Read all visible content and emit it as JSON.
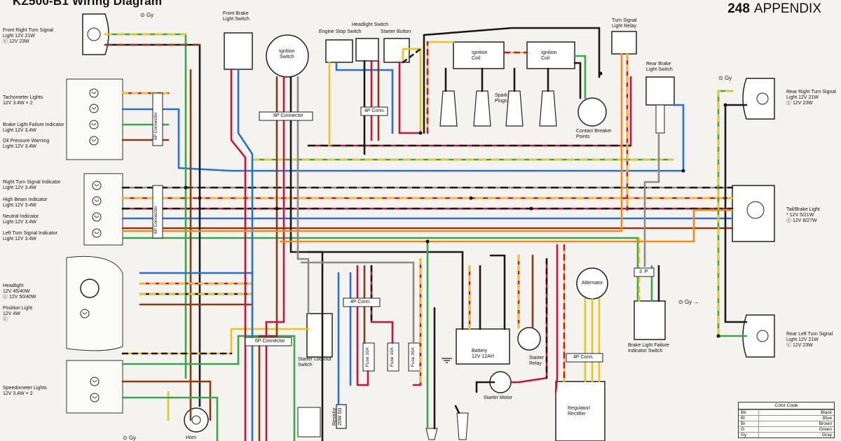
{
  "header": {
    "title": "KZ500-B1 Wiring Diagram",
    "page_number": "248",
    "section": "APPENDIX"
  },
  "ground_marks": {
    "gy1": "Gy",
    "gy2": "Gy",
    "gy3": "Gy",
    "gy4": "Gy"
  },
  "labels": {
    "front_right_turn": {
      "l1": "Front Right Turn Signal",
      "l2": "Light 12V 21W",
      "l3": "ⓒ 12V 23W"
    },
    "front_brake": {
      "l1": "Front Brake",
      "l2": "Light Switch"
    },
    "ignition_switch": {
      "l1": "Ignition",
      "l2": "Switch"
    },
    "engine_stop": {
      "l1": "Engine Stop Switch"
    },
    "headlight_switch": {
      "l1": "Headlight Switch"
    },
    "starter_button": {
      "l1": "Starter Button"
    },
    "ignition_coil_1": {
      "l1": "Ignition",
      "l2": "Coil"
    },
    "ignition_coil_2": {
      "l1": "Ignition",
      "l2": "Coil"
    },
    "spark_plugs": {
      "l1": "Spark",
      "l2": "Plugs"
    },
    "turn_relay": {
      "l1": "Turn Signal",
      "l2": "Light Relay"
    },
    "rear_brake": {
      "l1": "Rear Brake",
      "l2": "Light Switch"
    },
    "contact_breaker": {
      "l1": "Contact Breaker",
      "l2": "Points"
    },
    "tachometer": {
      "l1": "Tachometer Lights",
      "l2": "12V 3.4W × 2"
    },
    "brake_failure_ind": {
      "l1": "Brake Light Failure Indicator",
      "l2": "Light 12V 3.4W"
    },
    "oil_pressure": {
      "l1": "Oil Pressure Warning",
      "l2": "Light 12V 3.4W"
    },
    "right_turn_ind": {
      "l1": "Right Turn Signal Indicator",
      "l2": "Light 12V 3.4W"
    },
    "high_beam": {
      "l1": "High Beam Indicator",
      "l2": "Light 12V 3.4W"
    },
    "neutral": {
      "l1": "Neutral Indicator",
      "l2": "Light 12V 3.4W"
    },
    "left_turn_ind": {
      "l1": "Left Turn Signal Indicator",
      "l2": "Light 12V 3.4W"
    },
    "headlight": {
      "l1": "Headlight",
      "l2": "12V 45/40W",
      "l3": "ⓒ 12V 50/40W"
    },
    "position_light": {
      "l1": "Position Light",
      "l2": "12V 4W",
      "l3": "ⓒ"
    },
    "speedometer": {
      "l1": "Speedometer Lights",
      "l2": "12V 3.4W × 2"
    },
    "horn": {
      "l1": "Horn"
    },
    "starter_lockout": {
      "l1": "Starter Lockout",
      "l2": "Switch"
    },
    "resistor": {
      "l1": "Resistor",
      "l2": "20W 5Ω"
    },
    "battery": {
      "l1": "Battery",
      "l2": "12V 12AH"
    },
    "starter_relay": {
      "l1": "Starter",
      "l2": "Relay"
    },
    "starter_motor": {
      "l1": "Starter Motor"
    },
    "alternator": {
      "l1": "Alternator"
    },
    "regulator": {
      "l1": "Regulator/",
      "l2": "Rectifier"
    },
    "brake_failure_switch": {
      "l1": "Brake Light Failure",
      "l2": "Indicator Switch"
    },
    "rear_right_turn": {
      "l1": "Rear Right Turn Signal",
      "l2": "Light 12V 21W",
      "l3": "ⓒ 12V 23W"
    },
    "tail_brake": {
      "l1": "Tail/Brake Light",
      "l2": "* 12V 5/21W",
      "l3": "ⓒ 12V 8/27W"
    },
    "rear_left_turn": {
      "l1": "Rear Left Turn Signal",
      "l2": "Light 12V 21W",
      "l3": "ⓒ 12V 23W"
    },
    "connector_6p_a": "6P Connector",
    "connector_6p_b": "6P Connector",
    "connector_8p": "8P Connector",
    "connector_4p_a": "4P Conn.",
    "connector_4p_b": "4P Conn.",
    "connector_4p_c": "4P Conn.",
    "connector_6p_c": "6P Connector",
    "connector_3p": "3  P",
    "fuse_1": "Fuse 10A",
    "fuse_2": "Fuse 10A",
    "fuse_3": "Fuse 20A"
  },
  "color_code": {
    "title": "Color Code",
    "rows": [
      {
        "code": "Bk",
        "name": "Black"
      },
      {
        "code": "Bl",
        "name": "Blue"
      },
      {
        "code": "Br",
        "name": "Brown"
      },
      {
        "code": "G",
        "name": "Green"
      },
      {
        "code": "Gy",
        "name": "Gray"
      }
    ]
  },
  "wire_colors": {
    "black": "#1a1a1a",
    "blue": "#2a6fd6",
    "brown": "#8a3b12",
    "green": "#3aa64a",
    "gray": "#8c8c8c",
    "red": "#c8143c",
    "yellow": "#e8c61a",
    "orange": "#f08a1c",
    "pink": "#d64a8a"
  }
}
